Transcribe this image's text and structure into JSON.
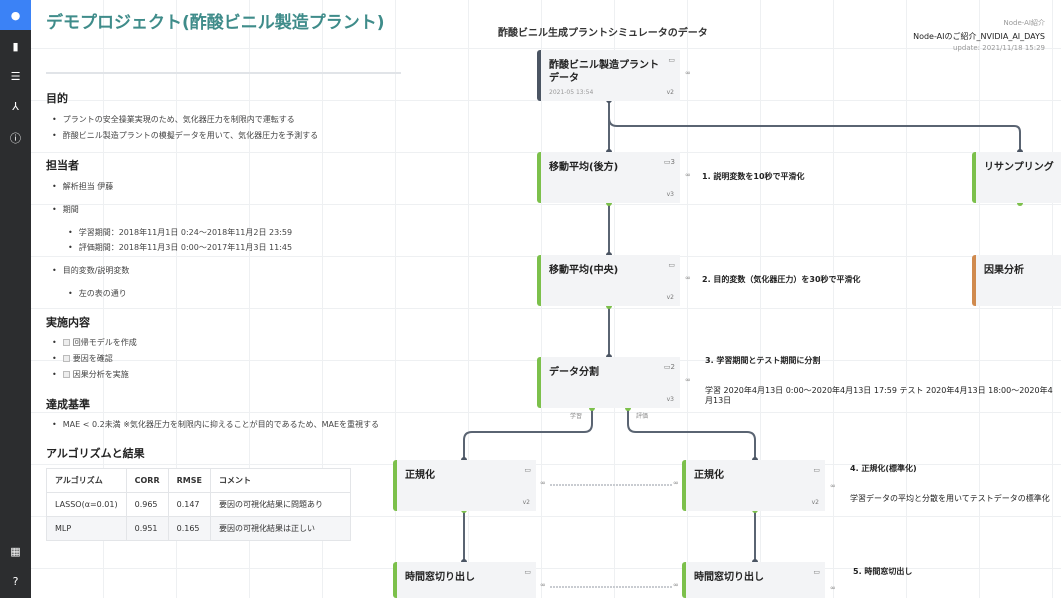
{
  "sidebar": {
    "icons": [
      "logo-icon",
      "document-icon",
      "storage-icon",
      "network-icon",
      "info-icon",
      "table-icon",
      "help-icon"
    ]
  },
  "doc": {
    "title": "デモプロジェクト(酢酸ビニル製造プラント)",
    "purpose": {
      "heading": "目的",
      "items": [
        "プラントの安全操業実現のため、気化器圧力を制限内で運転する",
        "酢酸ビニル製造プラントの模擬データを用いて、気化器圧力を予測する"
      ]
    },
    "owner": {
      "heading": "担当者",
      "person": "解析担当 伊藤",
      "period": "期間",
      "train": "学習期間：2018年11月1日 0:24〜2018年11月2日 23:59",
      "eval": "評価期間：2018年11月3日 0:00〜2017年11月3日 11:45",
      "vars": "目的変数/説明変数",
      "vars_sub": "左の表の通り"
    },
    "tasks": {
      "heading": "実施内容",
      "items": [
        "回帰モデルを作成",
        "要因を確認",
        "因果分析を実施"
      ]
    },
    "criteria": {
      "heading": "達成基準",
      "item": "MAE < 0.2未満 ※気化器圧力を制限内に抑えることが目的であるため、MAEを重視する"
    },
    "results": {
      "heading": "アルゴリズムと結果",
      "columns": [
        "アルゴリズム",
        "CORR",
        "RMSE",
        "コメント"
      ],
      "rows": [
        [
          "LASSO(α=0.01)",
          "0.965",
          "0.147",
          "要因の可視化結果に問題あり"
        ],
        [
          "MLP",
          "0.951",
          "0.165",
          "要因の可視化結果は正しい"
        ]
      ]
    }
  },
  "canvas": {
    "title": "酢酸ビニル生成プラントシミュレータのデータ",
    "meta": {
      "category": "Node-AI紹介",
      "project": "Node-AIのご紹介_NVIDIA_AI_DAYS",
      "update": "update: 2021/11/18 15:29"
    },
    "nodes": {
      "data": {
        "name": "酢酸ビニル製造プラントデータ",
        "date": "2021-05 13:54",
        "version": "v2"
      },
      "ma_back": {
        "name": "移動平均(後方)",
        "comments": "3",
        "version": "v3"
      },
      "resample": {
        "name": "リサンプリング"
      },
      "ma_center": {
        "name": "移動平均(中央)",
        "version": "v2"
      },
      "causal": {
        "name": "因果分析"
      },
      "split": {
        "name": "データ分割",
        "comments": "2",
        "version": "v3",
        "out_train": "学習",
        "out_eval": "評価"
      },
      "norm_l": {
        "name": "正規化",
        "version": "v2"
      },
      "norm_r": {
        "name": "正規化",
        "version": "v2"
      },
      "window_l": {
        "name": "時間窓切り出し"
      },
      "window_r": {
        "name": "時間窓切り出し"
      }
    },
    "notes": {
      "n1": "1. 説明変数を10秒で平滑化",
      "n2": "2. 目的変数（気化器圧力）を30秒で平滑化",
      "n3": "3. 学習期間とテスト期間に分割",
      "n3_detail": "学習 2020年4月13日 0:00〜2020年4月13日 17:59 テスト 2020年4月13日 18:00〜2020年4月13日",
      "n4": "4. 正規化(標準化)",
      "n4_detail": "学習データの平均と分散を用いてテストデータの標準化",
      "n5": "5. 時間窓切出し"
    },
    "link_glyph": "∞",
    "comment_glyph": "▭",
    "colors": {
      "dark": "#4b5563",
      "green": "#7cc04b",
      "orange": "#d08a4e",
      "title": "#3f8c8a"
    }
  }
}
